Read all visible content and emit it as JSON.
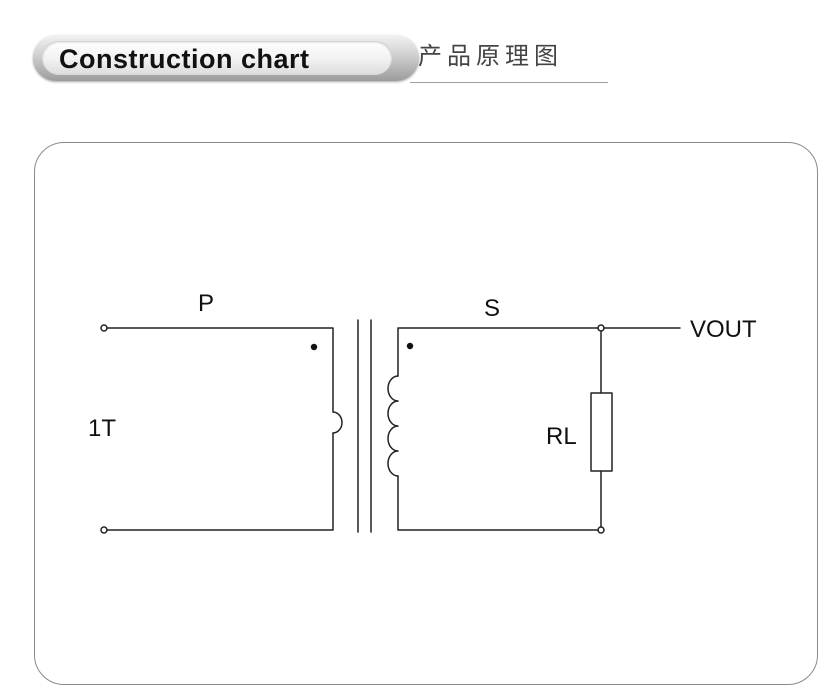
{
  "header": {
    "title": "Construction chart",
    "subtitle": "产品原理图"
  },
  "circuit": {
    "labels": {
      "primary": "P",
      "secondary": "S",
      "turns": "1T",
      "load": "RL",
      "output": "VOUT"
    }
  }
}
